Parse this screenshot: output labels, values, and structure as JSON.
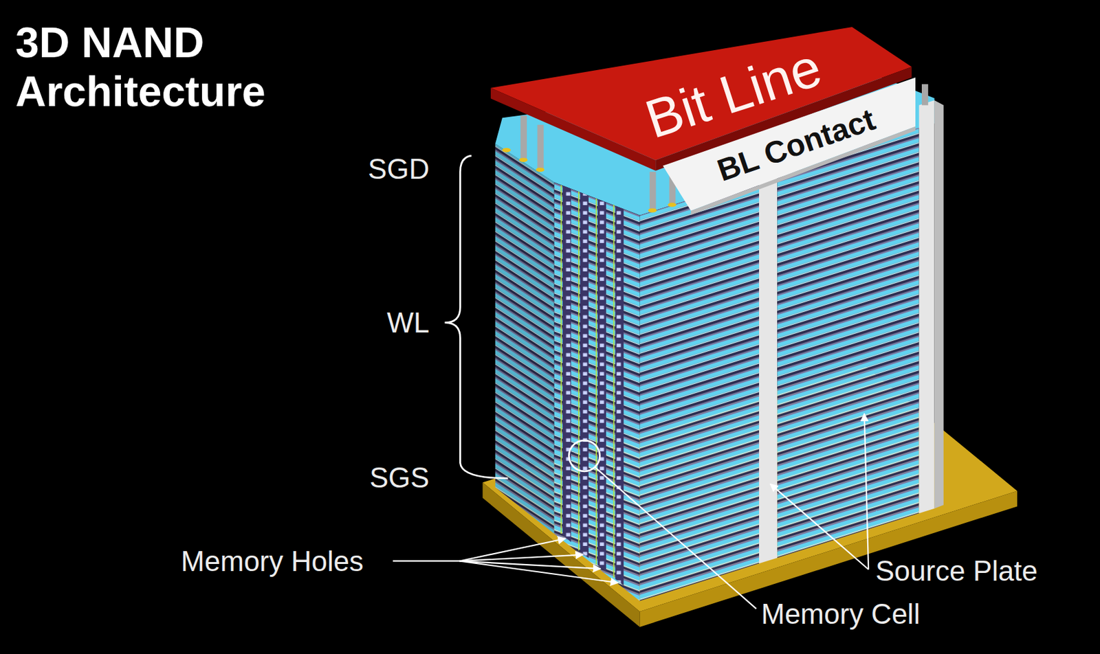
{
  "diagram": {
    "title": "3D NAND Architecture",
    "nodes": [
      {
        "text": [
          "Bit Line"
        ]
      },
      {
        "text": [
          "BL Contact"
        ]
      }
    ],
    "labels": [
      "SGD",
      "WL",
      "SGS",
      "Memory Holes",
      "Source Plate",
      "Memory Cell"
    ]
  }
}
